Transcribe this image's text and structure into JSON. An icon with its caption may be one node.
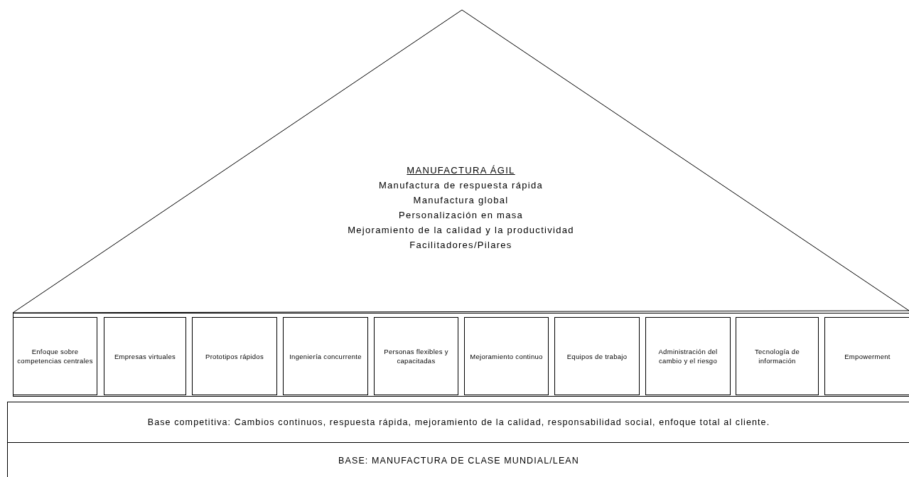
{
  "diagram": {
    "nodes": [
      {
        "text": [
          "MANUFACTURA ÁGIL",
          "Manufactura de respuesta rápida",
          "Manufactura global",
          "Personalización en masa",
          "Mejoramiento de la calidad y la productividad",
          "Facilitadores/Pilares"
        ]
      },
      {
        "text": [
          "Enfoque sobre competencias centrales"
        ]
      },
      {
        "text": [
          "Empresas virtuales"
        ]
      },
      {
        "text": [
          "Prototipos rápidos"
        ]
      },
      {
        "text": [
          "Ingeniería concurrente"
        ]
      },
      {
        "text": [
          "Personas flexibles y capacitadas"
        ]
      },
      {
        "text": [
          "Mejoramiento continuo"
        ]
      },
      {
        "text": [
          "Equipos de trabajo"
        ]
      },
      {
        "text": [
          "Administración del cambio y el riesgo"
        ]
      },
      {
        "text": [
          "Tecnología de información"
        ]
      },
      {
        "text": [
          "Empowerment"
        ]
      },
      {
        "text": [
          "Base competitiva: Cambios continuos, respuesta rápida, mejoramiento de la calidad, responsabilidad social, enfoque total al cliente."
        ]
      },
      {
        "text": [
          "BASE: MANUFACTURA DE CLASE MUNDIAL/LEAN"
        ]
      }
    ]
  }
}
